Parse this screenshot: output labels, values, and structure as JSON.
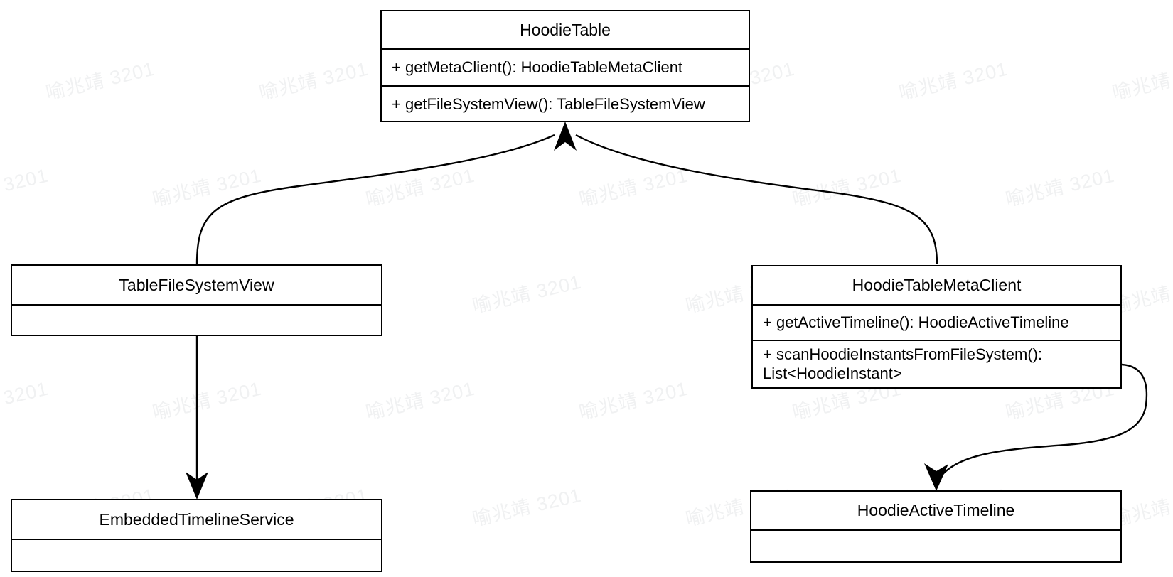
{
  "diagram": {
    "type": "uml-class-diagram",
    "background_color": "#ffffff",
    "line_color": "#000000",
    "text_color": "#000000"
  },
  "watermark": {
    "text": "喻兆靖 3201",
    "color": "#f0f1f2",
    "rotation_deg": -13
  },
  "classes": {
    "hoodie_table": {
      "name": "HoodieTable",
      "members": [
        "+ getMetaClient(): HoodieTableMetaClient",
        "+ getFileSystemView(): TableFileSystemView"
      ]
    },
    "table_file_system_view": {
      "name": "TableFileSystemView",
      "members": [
        ""
      ]
    },
    "hoodie_table_meta_client": {
      "name": "HoodieTableMetaClient",
      "members": [
        "+ getActiveTimeline(): HoodieActiveTimeline",
        "+ scanHoodieInstantsFromFileSystem():\nList<HoodieInstant>"
      ]
    },
    "embedded_timeline_service": {
      "name": "EmbeddedTimelineService",
      "members": [
        ""
      ]
    },
    "hoodie_active_timeline": {
      "name": "HoodieActiveTimeline",
      "members": [
        ""
      ]
    }
  },
  "relationships": [
    {
      "id": "tablefilesystemview-to-hoodietable",
      "from": "TableFileSystemView",
      "to": "HoodieTable",
      "arrow": "open-arrow-at-target"
    },
    {
      "id": "hoodietablemetaclient-to-hoodietable",
      "from": "HoodieTableMetaClient",
      "to": "HoodieTable",
      "arrow": "open-arrow-at-target"
    },
    {
      "id": "tablefilesystemview-to-embeddedtimelineservice",
      "from": "TableFileSystemView",
      "to": "EmbeddedTimelineService",
      "arrow": "open-arrow-at-target"
    },
    {
      "id": "hoodietablemetaclient-to-hoodieactivetimeline",
      "from": "HoodieTableMetaClient",
      "to": "HoodieActiveTimeline",
      "arrow": "open-arrow-at-target"
    }
  ]
}
